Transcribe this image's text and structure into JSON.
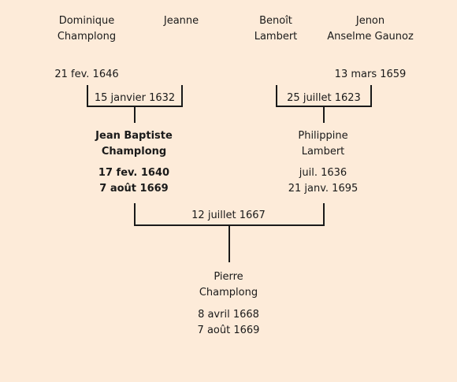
{
  "grandparents": {
    "paternal_father": {
      "line1": "Dominique",
      "line2": "Champlong"
    },
    "paternal_mother": {
      "line1": "Jeanne"
    },
    "maternal_father": {
      "line1": "Benoît",
      "line2": "Lambert"
    },
    "maternal_mother": {
      "line1": "Jenon",
      "line2": "Anselme Gaunoz"
    }
  },
  "grandparent_dates": {
    "paternal_father_death": "21 fev. 1646",
    "maternal_mother_death": "13 mars 1659"
  },
  "marriages": {
    "paternal": "15 janvier 1632",
    "maternal": "25 juillet 1623",
    "parents": "12 juillet 1667"
  },
  "father": {
    "line1": "Jean Baptiste",
    "line2": "Champlong",
    "born": "17 fev. 1640",
    "died": "7 août 1669"
  },
  "mother": {
    "line1": "Philippine",
    "line2": "Lambert",
    "born": "juil. 1636",
    "died": "21 janv. 1695"
  },
  "child": {
    "line1": "Pierre",
    "line2": "Champlong",
    "born": "8 avril 1668",
    "died": "7 août 1669"
  }
}
